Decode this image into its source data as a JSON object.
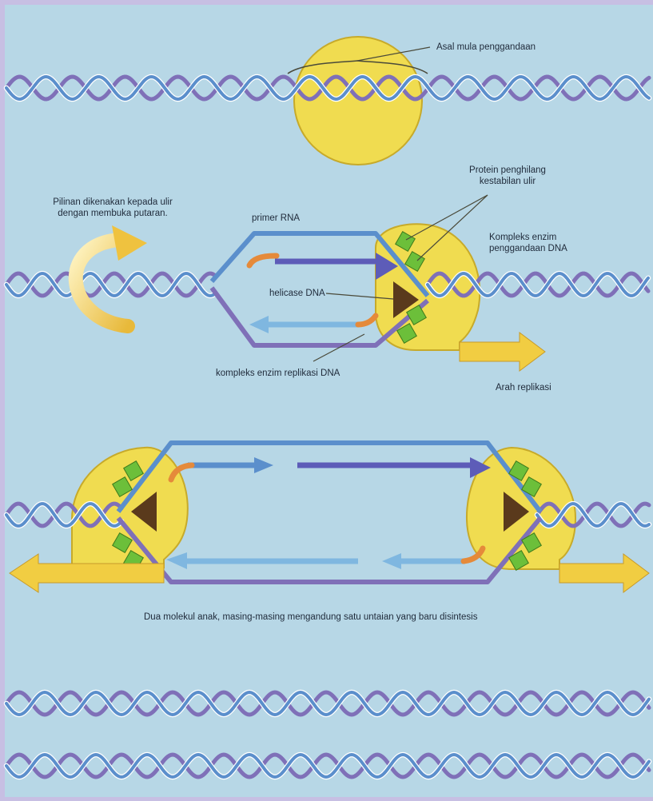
{
  "colors": {
    "frame": "#c7bfe3",
    "background": "#b7d7e6",
    "enzyme": "#f0dc50",
    "enzyme_stroke": "#c7aa2a",
    "helicase": "#5a3a1c",
    "protein": "#6cbf3a",
    "strand_old": "#5b8fcc",
    "strand_old_dark": "#7f70b8",
    "strand_new_light": "#7fb7e0",
    "strand_new_dark": "#5d5cb8",
    "primer": "#e58a3a",
    "arrow": "#f1cd42"
  },
  "labels": {
    "origin": "Asal mula penggandaan",
    "ssb": "Protein penghilang kestabilan ulir",
    "twist": "Pilinan dikenakan kepada ulir dengan membuka putaran.",
    "primer": "primer RNA",
    "complex_top": "Kompleks enzim penggandaan DNA",
    "helicase": "helicase DNA",
    "complex_bottom": "kompleks enzim replikasi DNA",
    "direction": "Arah replikasi",
    "daughters": "Dua molekul anak, masing-masing mengandung satu untaian yang baru disintesis"
  }
}
